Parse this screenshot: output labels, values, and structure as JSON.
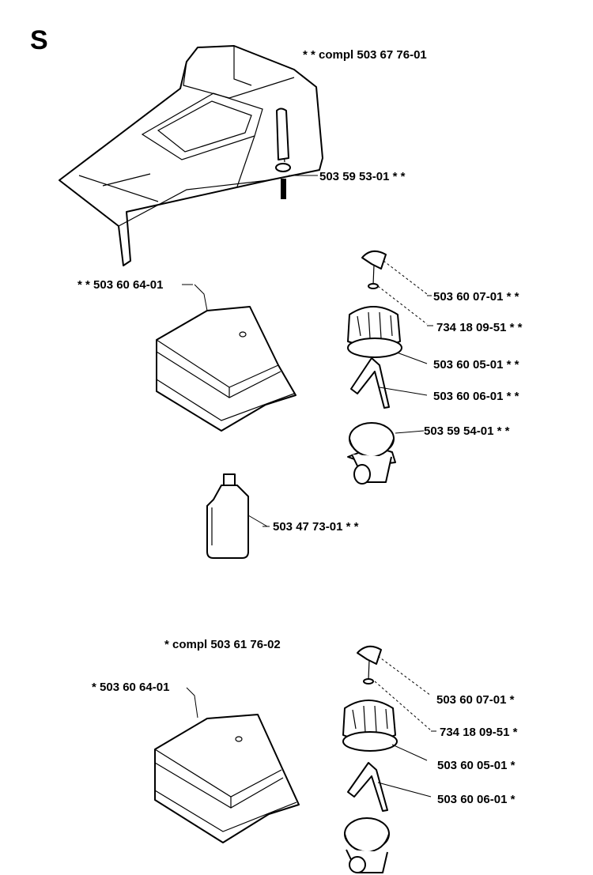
{
  "section_letter": "S",
  "labels": {
    "top_compl": "* *  compl  503 67 76-01",
    "cover_screw": "503 59 53-01  * *",
    "filter_a": "* *  503 60 64-01",
    "knob_a": "503 60 07-01  * *",
    "spring_a": "734 18 09-51  * *",
    "cone_a": "503 60 05-01  * *",
    "bracket_a": "503 60 06-01  * *",
    "base_a": "503 59 54-01  * *",
    "oil": "503 47 73-01  * *",
    "bottom_compl": "*  compl 503 61 76-02",
    "filter_b": "*  503 60 64-01",
    "knob_b": "503 60 07-01  *",
    "spring_b": "734 18 09-51  *",
    "cone_b": "503 60 05-01  *",
    "bracket_b": "503 60 06-01  *"
  }
}
